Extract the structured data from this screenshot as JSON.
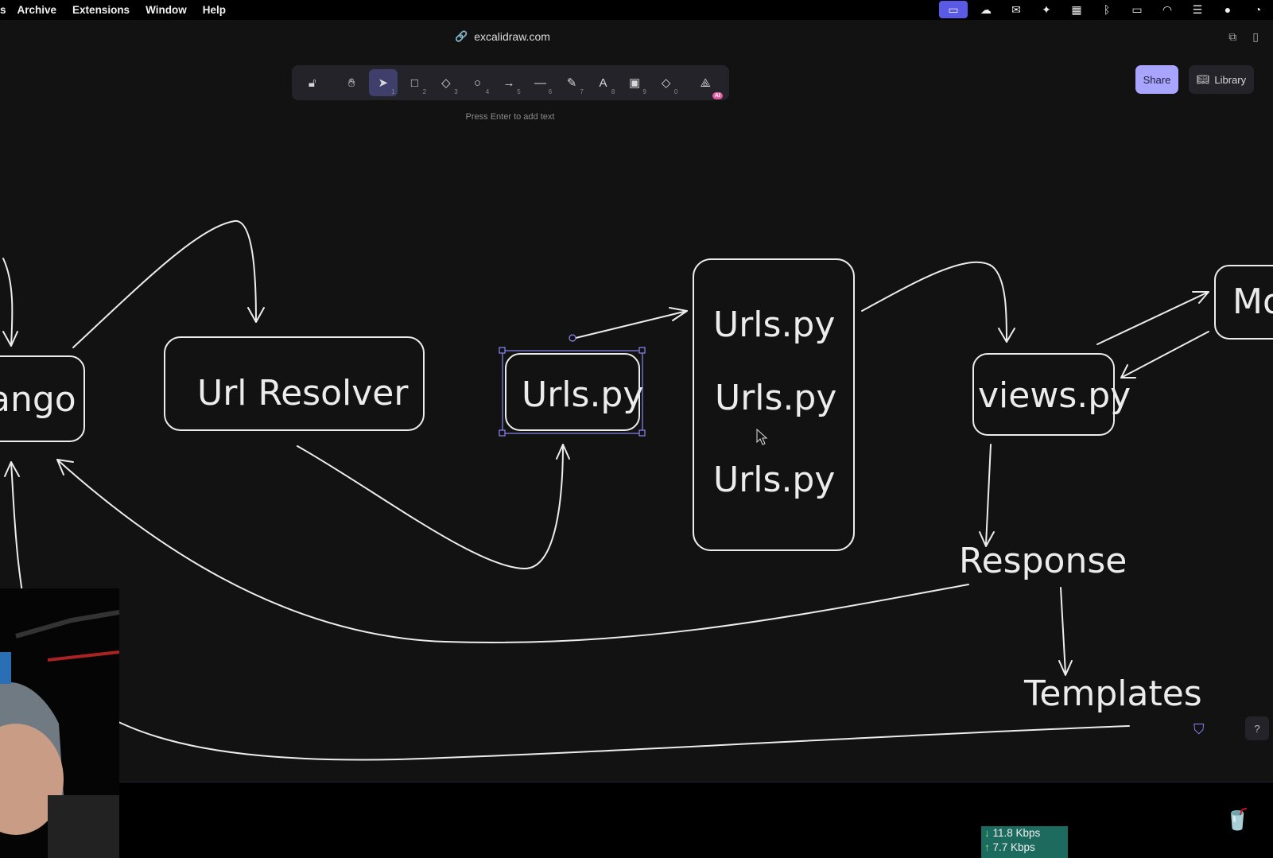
{
  "menubar": {
    "items": [
      "s",
      "Archive",
      "Extensions",
      "Window",
      "Help"
    ]
  },
  "tray_icons": [
    "screen-share-icon",
    "cloud-icon",
    "mail-icon",
    "pin-icon",
    "panel-icon",
    "bluetooth-icon",
    "display-icon",
    "wifi-icon",
    "control-center-icon",
    "siri-icon",
    "clock-icon"
  ],
  "browser": {
    "url": "excalidraw.com"
  },
  "toolbar": {
    "tools": [
      {
        "name": "lock",
        "num": ""
      },
      {
        "name": "hand",
        "num": ""
      },
      {
        "name": "selection",
        "num": "1"
      },
      {
        "name": "rectangle",
        "num": "2"
      },
      {
        "name": "diamond",
        "num": "3"
      },
      {
        "name": "ellipse",
        "num": "4"
      },
      {
        "name": "arrow",
        "num": "5"
      },
      {
        "name": "line",
        "num": "6"
      },
      {
        "name": "draw",
        "num": "7"
      },
      {
        "name": "text",
        "num": "8"
      },
      {
        "name": "image",
        "num": "9"
      },
      {
        "name": "eraser",
        "num": "0"
      },
      {
        "name": "ai-tools",
        "num": ""
      }
    ],
    "ai_badge": "AI",
    "hint": "Press Enter to add text"
  },
  "actions": {
    "share": "Share",
    "library": "Library"
  },
  "diagram": {
    "django_label": "ango",
    "url_resolver": "Url Resolver",
    "urls_selected": "Urls.py",
    "urls_stack": [
      "Urls.py",
      "Urls.py",
      "Urls.py"
    ],
    "views": "views.py",
    "models_partial": "Mo",
    "response": "Response",
    "templates": "Templates"
  },
  "network": {
    "down": "11.8 Kbps",
    "up": "7.7 Kbps"
  }
}
